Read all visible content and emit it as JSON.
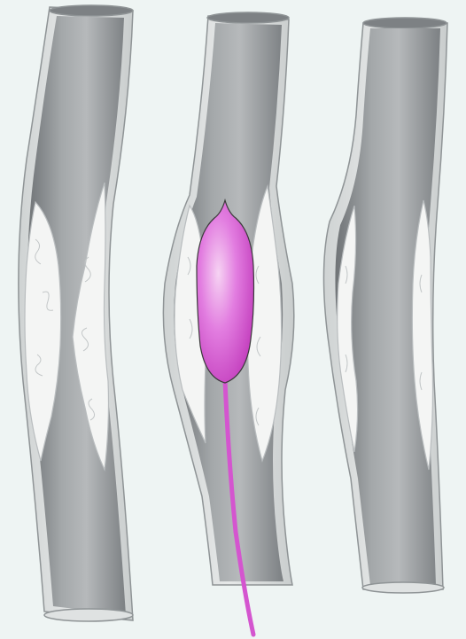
{
  "colors": {
    "background": "#eef4f3",
    "vessel_wall": "#d9dcdc",
    "vessel_wall_edge": "#8f9496",
    "lumen_light": "#b3b6b8",
    "lumen_mid": "#8d9194",
    "lumen_dark": "#6f7376",
    "plaque": "#f4f5f4",
    "plaque_edge": "#b9bdbf",
    "balloon_light": "#f3c2f0",
    "balloon_mid": "#dd66d6",
    "balloon_dark": "#c53ec0",
    "catheter": "#d455cf"
  },
  "panels": [
    {
      "stage": "stenosis",
      "icon": "vessel-with-plaque-icon"
    },
    {
      "stage": "balloon-inflation",
      "icon": "vessel-with-balloon-catheter-icon"
    },
    {
      "stage": "widened-lumen",
      "icon": "vessel-after-angioplasty-icon"
    }
  ]
}
